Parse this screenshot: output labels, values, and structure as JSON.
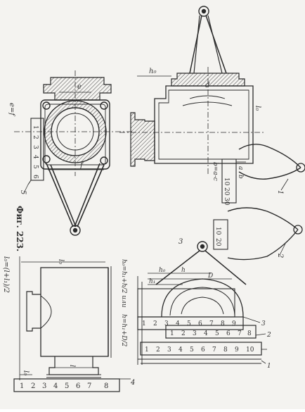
{
  "figure_caption": "Фиг. 223.",
  "top_left_view": {
    "dims": [
      "e",
      "e=f",
      "f"
    ],
    "ruler_digits": [
      "1",
      "2",
      "3",
      "4",
      "5",
      "6"
    ],
    "callout": "5"
  },
  "top_right_view": {
    "dims": [
      "h₀",
      "d",
      "l₀",
      "a",
      "b"
    ],
    "ruler_digits": [
      "10",
      "20",
      "30"
    ],
    "ruler_formula": "b=a-c",
    "callouts": [
      "1"
    ]
  },
  "caliper_view": {
    "ruler_digits": [
      "10",
      "20"
    ],
    "callouts": [
      "2"
    ]
  },
  "bottom_left_view": {
    "dims": [
      "l₀",
      "l",
      "l₀"
    ],
    "side_formula": "l₀=(l+l₁)/2",
    "ruler_digits": [
      "1",
      "2",
      "3",
      "4",
      "5",
      "6",
      "7",
      "8"
    ],
    "callout": "4"
  },
  "bottom_right_view": {
    "dims": [
      "h₁",
      "h",
      "D",
      "h₀"
    ],
    "formulas": [
      "h₀=h₁+h/2 или",
      "h=h₁+D/2"
    ],
    "ruler_upper": [
      "1",
      "2",
      "3",
      "4",
      "5",
      "6",
      "7",
      "8",
      "9"
    ],
    "ruler_middle": [
      "1",
      "2",
      "3",
      "4",
      "5",
      "6",
      "7",
      "8"
    ],
    "ruler_lower": [
      "1",
      "2",
      "3",
      "4",
      "5",
      "6",
      "7",
      "8",
      "9",
      "10"
    ],
    "callouts": [
      "3",
      "3",
      "2",
      "1"
    ]
  }
}
